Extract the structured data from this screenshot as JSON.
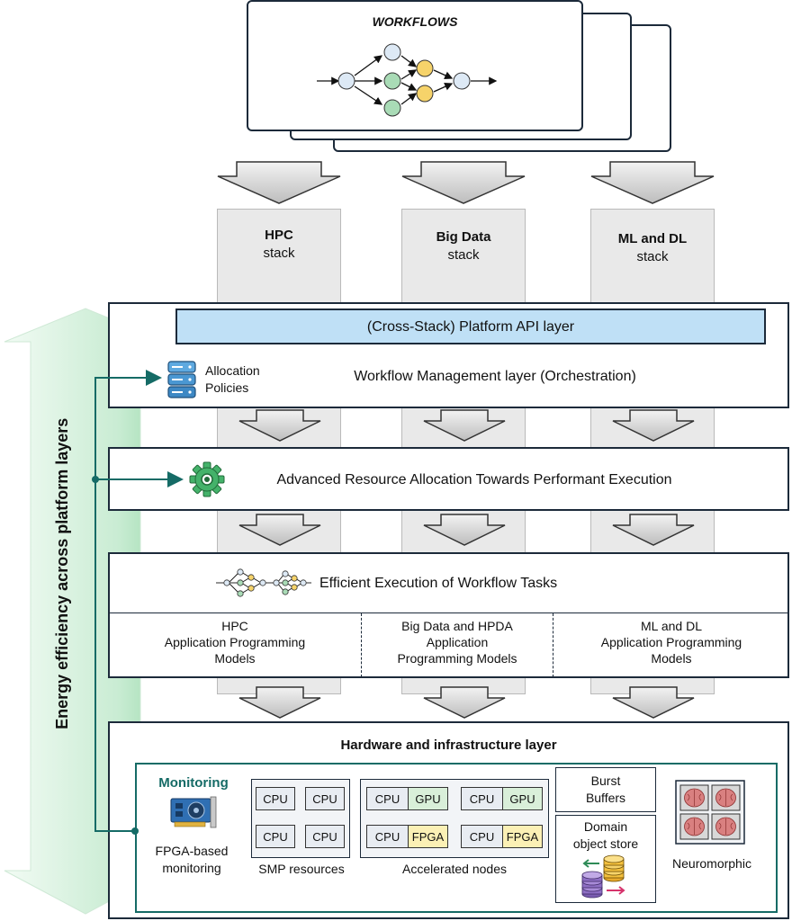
{
  "workflows": {
    "title": "WORKFLOWS"
  },
  "stacks": [
    {
      "name": "HPC",
      "sub": "stack"
    },
    {
      "name": "Big Data",
      "sub": "stack"
    },
    {
      "name": "ML and DL",
      "sub": "stack"
    }
  ],
  "side_label": "Energy efficiency across platform layers",
  "api_layer": "(Cross-Stack) Platform API layer",
  "orchestration": {
    "policies_line1": "Allocation",
    "policies_line2": "Policies",
    "title": "Workflow Management layer (Orchestration)"
  },
  "resource_allocation": "Advanced Resource Allocation Towards Performant Execution",
  "execution": {
    "title": "Efficient Execution of Workflow Tasks",
    "models": [
      {
        "l1": "HPC",
        "l2": "Application Programming",
        "l3": "Models"
      },
      {
        "l1": "Big Data and HPDA",
        "l2": "Application",
        "l3": "Programming Models"
      },
      {
        "l1": "ML and DL",
        "l2": "Application Programming",
        "l3": "Models"
      }
    ]
  },
  "hardware": {
    "title": "Hardware and infrastructure layer",
    "monitoring_title": "Monitoring",
    "monitoring_l1": "FPGA-based",
    "monitoring_l2": "monitoring",
    "cpu": "CPU",
    "gpu": "GPU",
    "fpga": "FPGA",
    "smp_label": "SMP resources",
    "accel_label": "Accelerated nodes",
    "burst_l1": "Burst",
    "burst_l2": "Buffers",
    "domain_l1": "Domain",
    "domain_l2": "object store",
    "neuro_label": "Neuromorphic"
  },
  "colors": {
    "green_accent": "#3fae68",
    "teal_line": "#156b66",
    "api_blue": "#bfe0f6",
    "gpu_green": "#d9efd9",
    "fpga_yellow": "#fbf0b5",
    "node_blue": "#dde9f5",
    "node_green": "#a9dbb6",
    "node_yellow": "#f6d36a"
  }
}
